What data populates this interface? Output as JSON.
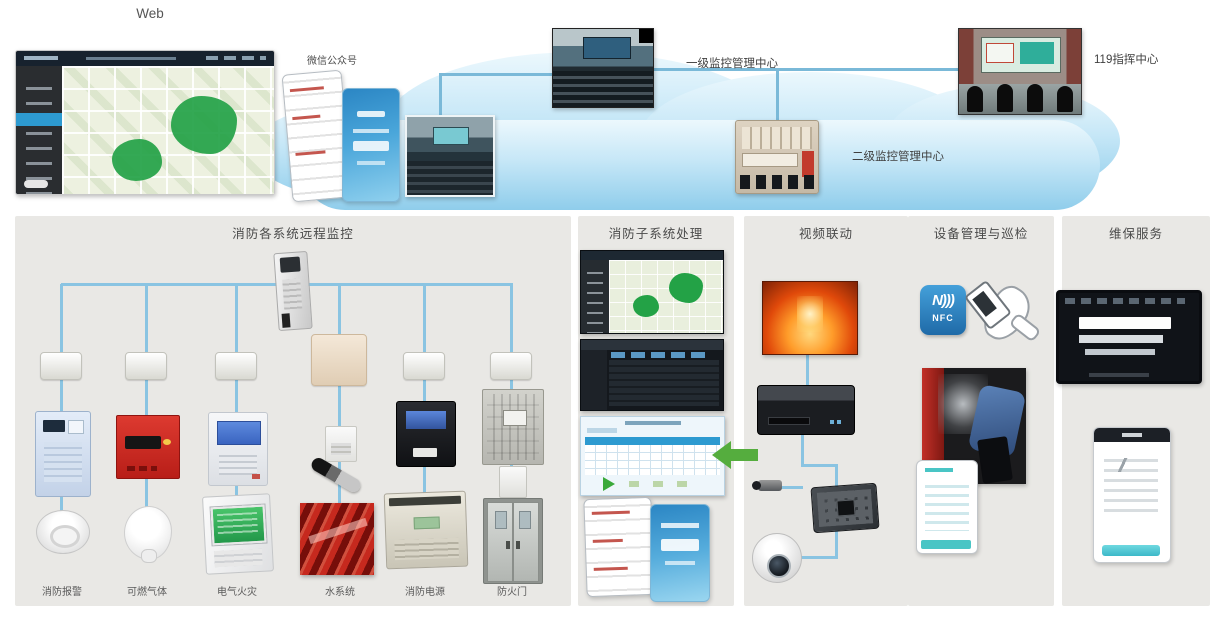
{
  "top": {
    "web_label": "Web",
    "wechat_label": "微信公众号",
    "level1_center_label": "一级监控管理中心",
    "level2_center_label": "二级监控管理中心",
    "center_119_label": "119指挥中心"
  },
  "panels": [
    {
      "title": "消防各系统远程监控",
      "devices": [
        "消防报警",
        "可燃气体",
        "电气火灾",
        "水系统",
        "消防电源",
        "防火门"
      ]
    },
    {
      "title": "消防子系统处理"
    },
    {
      "title": "视频联动"
    },
    {
      "title": "设备管理与巡检",
      "nfc_symbol": "N)))",
      "nfc_label": "NFC"
    },
    {
      "title": "维保服务"
    }
  ],
  "colors": {
    "cloud_blue": "#8fcdeb",
    "line_blue": "#8ac4e2",
    "panel_bg": "#e9e8e5",
    "arrow_green": "#55ad3e",
    "nfc_blue": "#2e86c8",
    "alarm_red": "#d42a24",
    "screen_green": "#2fae52",
    "teal": "#49c5c5",
    "sidebar_highlight_blue": "#2d9ad0"
  }
}
